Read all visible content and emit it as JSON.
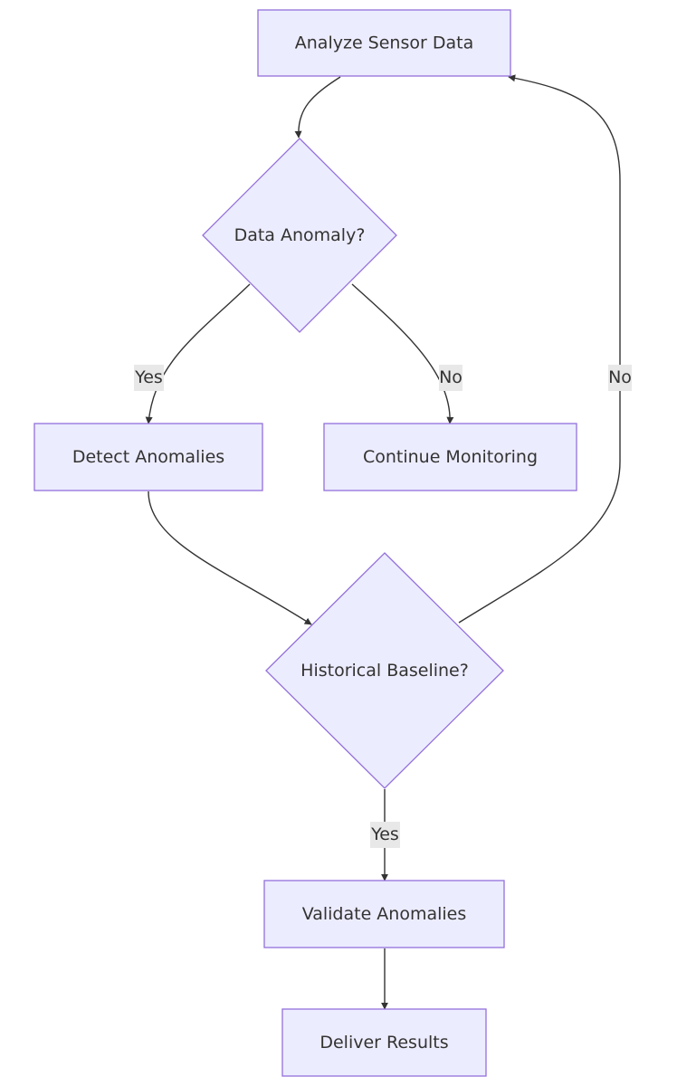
{
  "nodes": {
    "analyze": "Analyze Sensor Data",
    "anomaly_decision": "Data Anomaly?",
    "detect": "Detect Anomalies",
    "continue": "Continue Monitoring",
    "baseline_decision": "Historical Baseline?",
    "validate": "Validate Anomalies",
    "deliver": "Deliver Results"
  },
  "edges": {
    "anomaly_yes": "Yes",
    "anomaly_no": "No",
    "baseline_no": "No",
    "baseline_yes": "Yes"
  },
  "colors": {
    "node_fill": "#ECECFF",
    "node_stroke": "#9370DB",
    "edge": "#333333",
    "label_bg": "#E8E8E8"
  }
}
